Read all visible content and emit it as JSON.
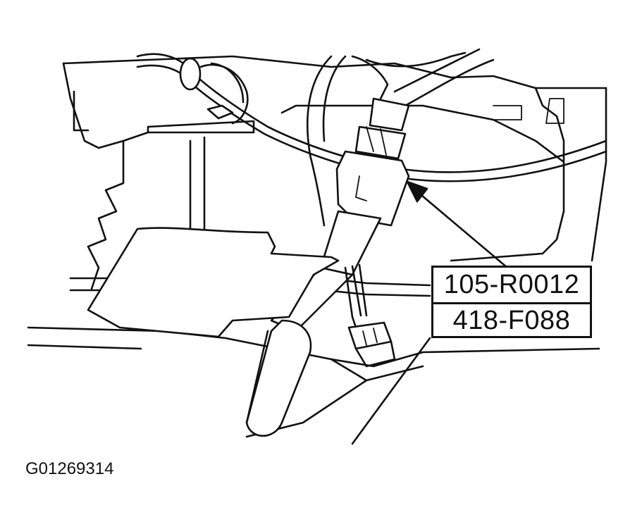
{
  "callout": {
    "tool_numbers": [
      "105-R0012",
      "418-F088"
    ]
  },
  "figure": {
    "id": "G01269314"
  }
}
